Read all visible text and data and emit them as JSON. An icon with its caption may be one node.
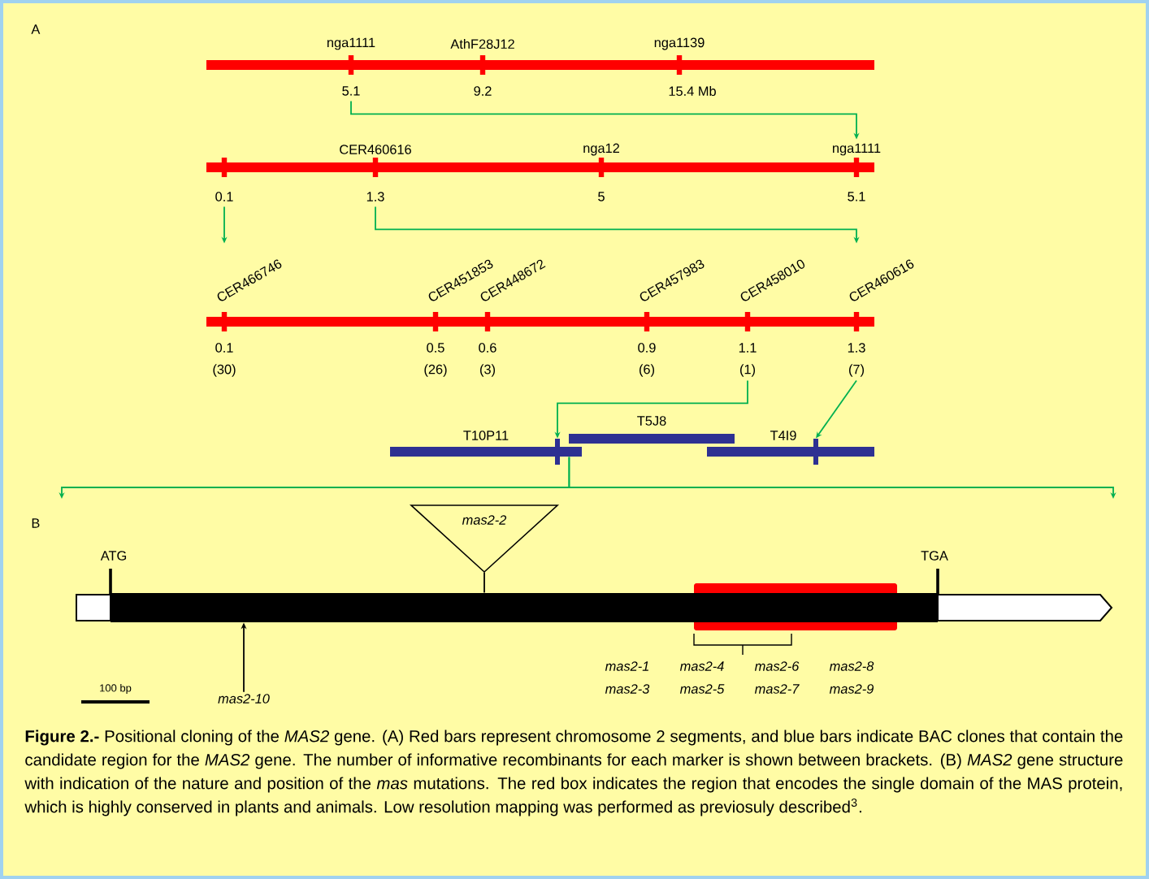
{
  "diagram": {
    "caption": "**Figure 2.-** Positional cloning of the *MAS2* gene. (A) Red bars represent chromosome 2 segments, and blue bars indicate BAC clones that contain the candidate region for the *MAS2* gene. The number of informative recombinants for each marker is shown between brackets. (B) *MAS2* gene structure with indication of the nature and position of the *mas* mutations. The red box indicates the region that encodes the single domain of the MAS protein, which is highly conserved in plants and animals. Low resolution mapping was performed as previosuly described$^{3}$.",
    "nodes": [
      {
        "text": [],
        "shape": "bar"
      },
      {
        "text": [
          "nga1111",
          "5.1"
        ]
      },
      {
        "text": [
          "AthF28J12",
          "9.2"
        ]
      },
      {
        "text": [
          "nga1139",
          "15.4 Mb"
        ]
      },
      {
        "text": [],
        "shape": "bar"
      },
      {
        "text": [
          "0.1"
        ]
      },
      {
        "text": [
          "CER460616",
          "1.3"
        ]
      },
      {
        "text": [
          "nga12",
          "5"
        ]
      },
      {
        "text": [
          "nga1111",
          "5.1"
        ]
      },
      {
        "text": [],
        "shape": "bar"
      },
      {
        "text": [
          "CER466746",
          "0.1",
          "(30)"
        ]
      },
      {
        "text": [
          "CER451853",
          "0.5",
          "(26)"
        ]
      },
      {
        "text": [
          "CER448672",
          "0.6",
          "(3)"
        ]
      },
      {
        "text": [
          "CER457983",
          "0.9",
          "(6)"
        ]
      },
      {
        "text": [
          "CER458010",
          "1.1",
          "(1)"
        ]
      },
      {
        "text": [
          "CER460616",
          "1.3",
          "(7)"
        ]
      },
      {
        "text": [
          "T10P11"
        ]
      },
      {
        "text": [
          "T5J8"
        ]
      },
      {
        "text": [
          "T4I9"
        ]
      },
      {
        "text": [],
        "shape": "bar"
      },
      {
        "text": [],
        "shape": "bar"
      },
      {
        "text": [
          "mas2-2"
        ]
      },
      {
        "text": [],
        "shape": "bar",
        "beside": [
          "ATG",
          "TGA"
        ]
      },
      {
        "text": [],
        "shape": "box"
      },
      {
        "text": [
          "mas2-10"
        ]
      }
    ],
    "edges": [
      {
        "from": 1,
        "to": 8,
        "arrow": "to"
      },
      {
        "from": 5,
        "to": 10,
        "arrow": "to"
      },
      {
        "from": 6,
        "to": 15,
        "arrow": "to"
      },
      {
        "from": 14,
        "to": 19,
        "arrow": "to"
      },
      {
        "from": 15,
        "to": 20,
        "arrow": "to"
      },
      {
        "from": 16,
        "to": null,
        "arrow": "to"
      },
      {
        "from": 16,
        "to": null,
        "arrow": "to"
      },
      {
        "from": 21,
        "to": 22,
        "arrow": "none",
        "color": "#000000"
      },
      {
        "from": 24,
        "to": 22,
        "arrow": "to",
        "color": "#000000"
      }
    ],
    "labels": [
      "A",
      "B",
      "mas2-1",
      "mas2-4",
      "mas2-6",
      "mas2-8",
      "100 bp",
      "mas2-3",
      "mas2-5",
      "mas2-7",
      "mas2-9"
    ]
  }
}
